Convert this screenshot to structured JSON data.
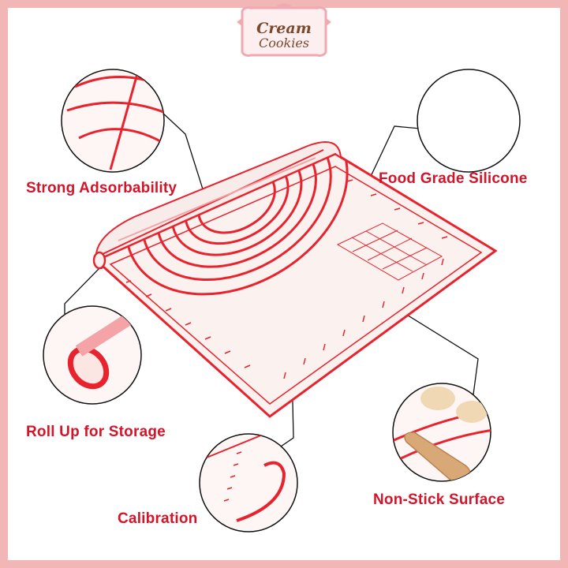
{
  "brand": {
    "name_line1": "Cream",
    "name_line2": "Cookies"
  },
  "features": {
    "strong_adsorbability": "Strong Adsorbability",
    "food_grade_silicone": "Food Grade Silicone",
    "roll_up_for_storage": "Roll Up for Storage",
    "non_stick_surface": "Non-Stick Surface",
    "calibration": "Calibration"
  },
  "colors": {
    "frame_border": "#f3b6b7",
    "label_red": "#d3152a",
    "mat_red": "#e8232e",
    "logo_brown": "#7a4a2e"
  }
}
